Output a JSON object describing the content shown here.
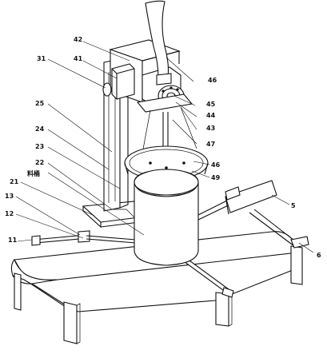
{
  "labels": {
    "l42": "42",
    "l41": "41",
    "l31": "31",
    "l46a": "46",
    "l45": "45",
    "l44": "44",
    "l43": "43",
    "l47": "47",
    "l25": "25",
    "l24": "24",
    "l23": "23",
    "l22": "22",
    "lhopper": "料桶",
    "l46b": "46",
    "l49": "49",
    "l21": "21",
    "l13": "13",
    "l12": "12",
    "l11": "11",
    "l5": "5",
    "l6": "6"
  }
}
